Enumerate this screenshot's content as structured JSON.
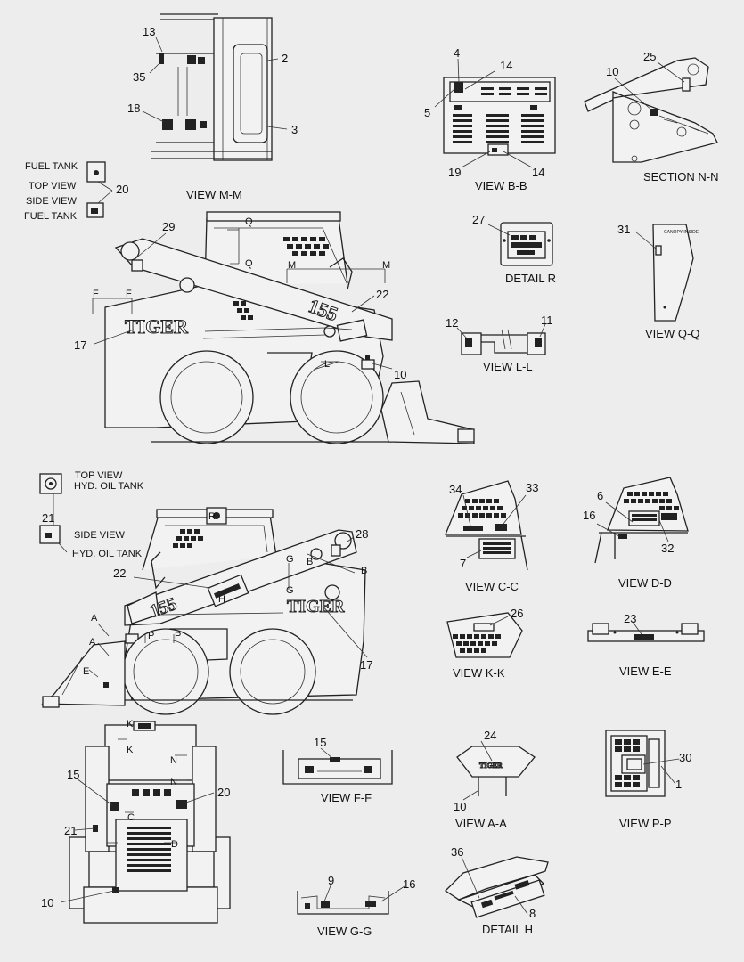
{
  "views": {
    "m_m": "VIEW  M-M",
    "b_b": "VIEW  B-B",
    "n_n": "SECTION  N-N",
    "r": "DETAIL  R",
    "q_q": "VIEW  Q-Q",
    "l_l": "VIEW  L-L",
    "c_c": "VIEW  C-C",
    "d_d": "VIEW  D-D",
    "k_k": "VIEW  K-K",
    "e_e": "VIEW  E-E",
    "f_f": "VIEW  F-F",
    "a_a": "VIEW  A-A",
    "p_p": "VIEW  P-P",
    "g_g": "VIEW  G-G",
    "h": "DETAIL  H"
  },
  "notes": {
    "fuel_tank_top": "FUEL TANK",
    "top_view_1": "TOP VIEW",
    "side_view_1": "SIDE VIEW",
    "fuel_tank_bottom": "FUEL TANK",
    "top_view_2": "TOP VIEW",
    "hyd_oil_tank_1": "HYD. OIL TANK",
    "side_view_2": "SIDE VIEW",
    "hyd_oil_tank_2": "HYD. OIL TANK",
    "canopy": "CANOPY INSIDE"
  },
  "brand": {
    "logo": "TIGER",
    "model": "155"
  },
  "callouts": {
    "c1": "1",
    "c2": "2",
    "c3": "3",
    "c4": "4",
    "c5": "5",
    "c6": "6",
    "c7": "7",
    "c8": "8",
    "c9": "9",
    "c10a": "10",
    "c10b": "10",
    "c10c": "10",
    "c10d": "10",
    "c11": "11",
    "c12": "12",
    "c13": "13",
    "c14a": "14",
    "c14b": "14",
    "c15a": "15",
    "c15b": "15",
    "c16a": "16",
    "c16b": "16",
    "c17a": "17",
    "c17b": "17",
    "c18": "18",
    "c19": "19",
    "c20a": "20",
    "c20b": "20",
    "c21a": "21",
    "c21b": "21",
    "c22a": "22",
    "c22b": "22",
    "c23": "23",
    "c24": "24",
    "c25": "25",
    "c26": "26",
    "c27": "27",
    "c28": "28",
    "c29": "29",
    "c30": "30",
    "c31": "31",
    "c32": "32",
    "c33": "33",
    "c34": "34",
    "c35": "35",
    "c36": "36"
  },
  "section_marks": {
    "q1": "Q",
    "q2": "Q",
    "m1": "M",
    "m2": "M",
    "f1": "F",
    "f2": "F",
    "l": "L",
    "r": "R",
    "b1": "B",
    "b2": "B",
    "g1": "G",
    "g2": "G",
    "a1": "A",
    "a2": "A",
    "e": "E",
    "p1": "P",
    "p2": "P",
    "h": "H",
    "k1": "K",
    "k2": "K",
    "n1": "N",
    "n2": "N",
    "c": "C",
    "d": "D"
  }
}
